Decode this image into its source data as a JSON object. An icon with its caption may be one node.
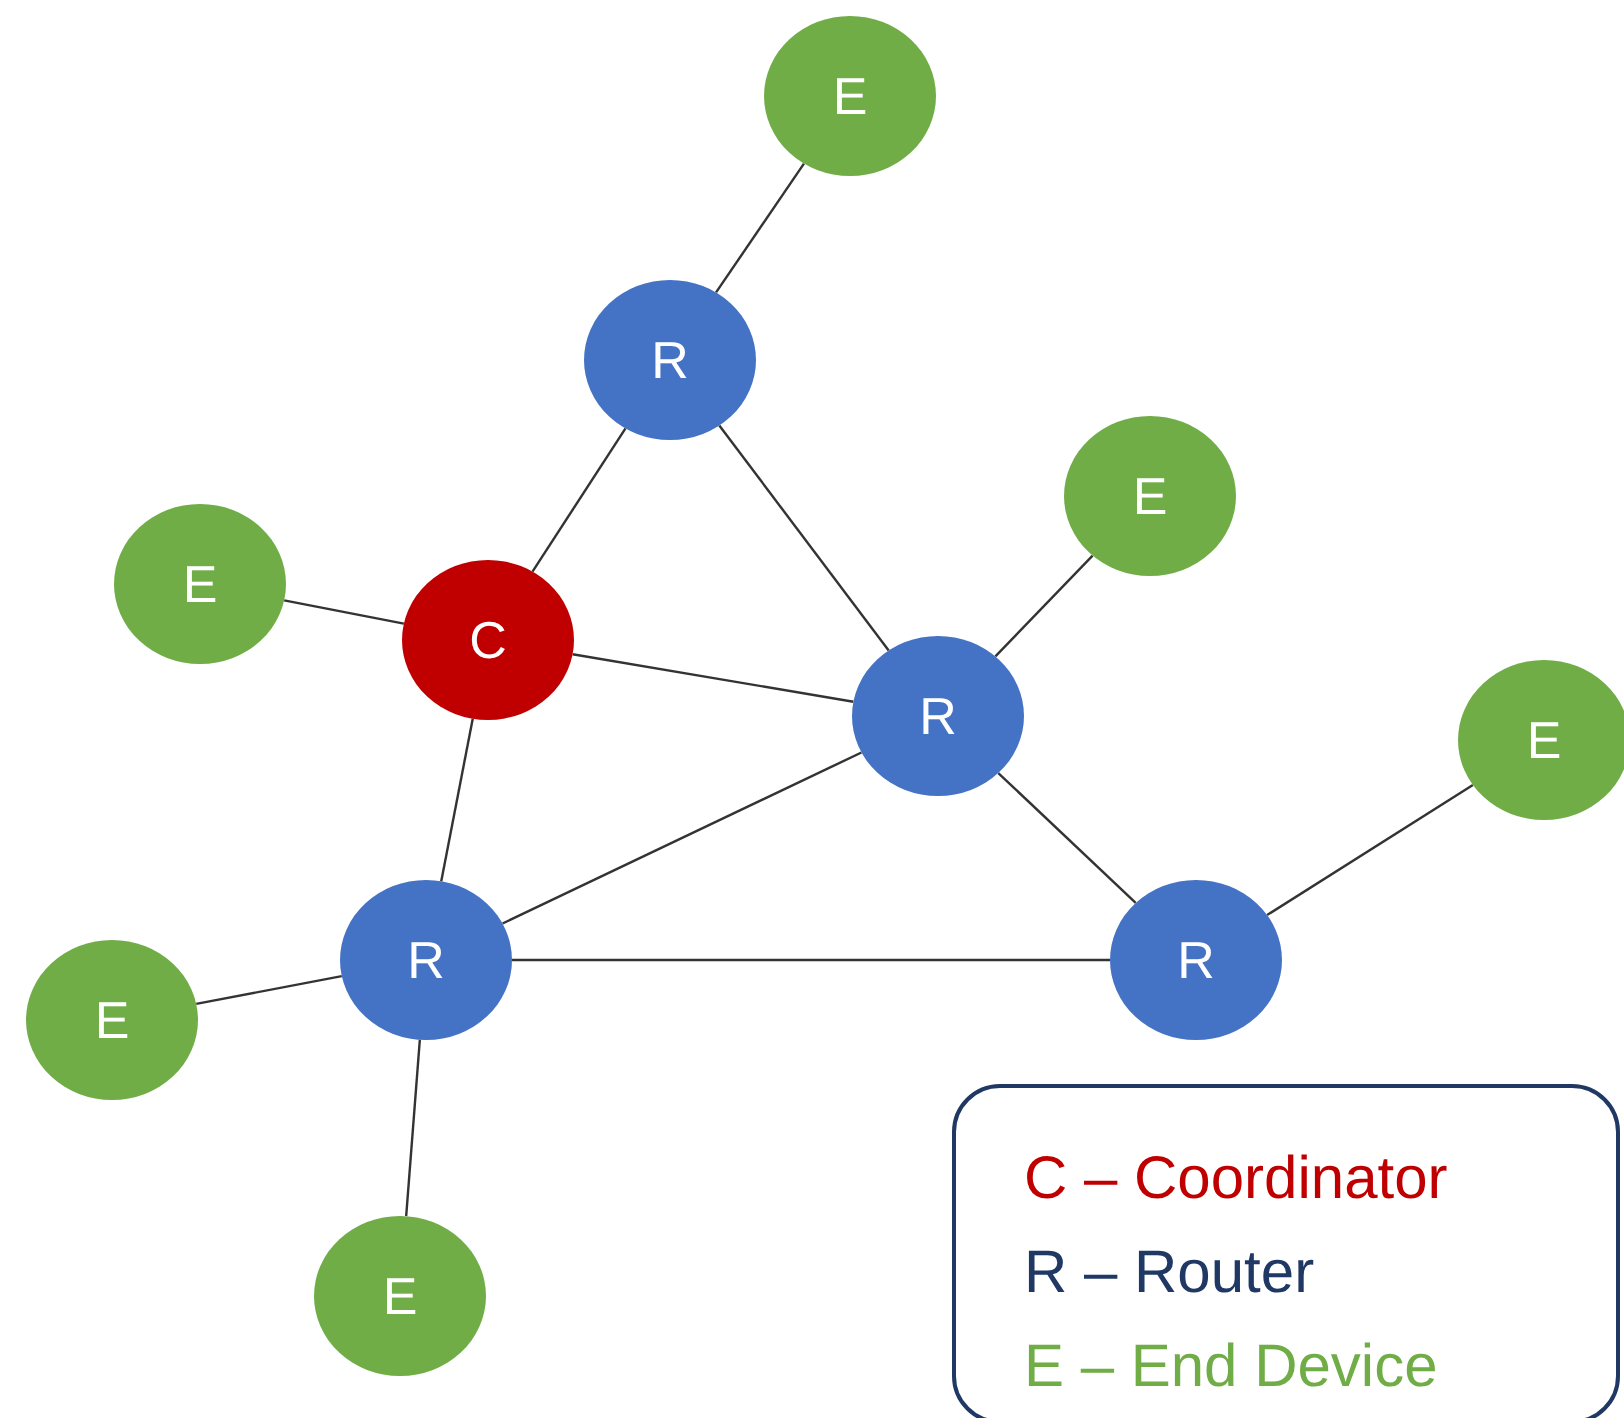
{
  "diagram": {
    "nodes": [
      {
        "text": [
          "E"
        ]
      },
      {
        "text": [
          "R"
        ]
      },
      {
        "text": [
          "E"
        ]
      },
      {
        "text": [
          "E"
        ]
      },
      {
        "text": [
          "C"
        ]
      },
      {
        "text": [
          "R"
        ]
      },
      {
        "text": [
          "E"
        ]
      },
      {
        "text": [
          "R"
        ]
      },
      {
        "text": [
          "R"
        ]
      },
      {
        "text": [
          "E"
        ]
      },
      {
        "text": [
          "E"
        ]
      }
    ],
    "edges": [
      {
        "from": 0,
        "to": 1,
        "arrow": "none"
      },
      {
        "from": 1,
        "to": 4,
        "arrow": "none"
      },
      {
        "from": 1,
        "to": 5,
        "arrow": "none"
      },
      {
        "from": 3,
        "to": 4,
        "arrow": "none"
      },
      {
        "from": 4,
        "to": 5,
        "arrow": "none"
      },
      {
        "from": 2,
        "to": 5,
        "arrow": "none"
      },
      {
        "from": 4,
        "to": 7,
        "arrow": "none"
      },
      {
        "from": 5,
        "to": 7,
        "arrow": "none"
      },
      {
        "from": 5,
        "to": 8,
        "arrow": "none"
      },
      {
        "from": 7,
        "to": 8,
        "arrow": "none"
      },
      {
        "from": 6,
        "to": 8,
        "arrow": "none"
      },
      {
        "from": 9,
        "to": 7,
        "arrow": "none"
      },
      {
        "from": 7,
        "to": 10,
        "arrow": "none"
      }
    ],
    "legend": [
      {
        "text": "C – Coordinator",
        "color": "#c00000"
      },
      {
        "text": "R – Router",
        "color": "#203864"
      },
      {
        "text": "E – End Device",
        "color": "#70ad47"
      }
    ]
  }
}
